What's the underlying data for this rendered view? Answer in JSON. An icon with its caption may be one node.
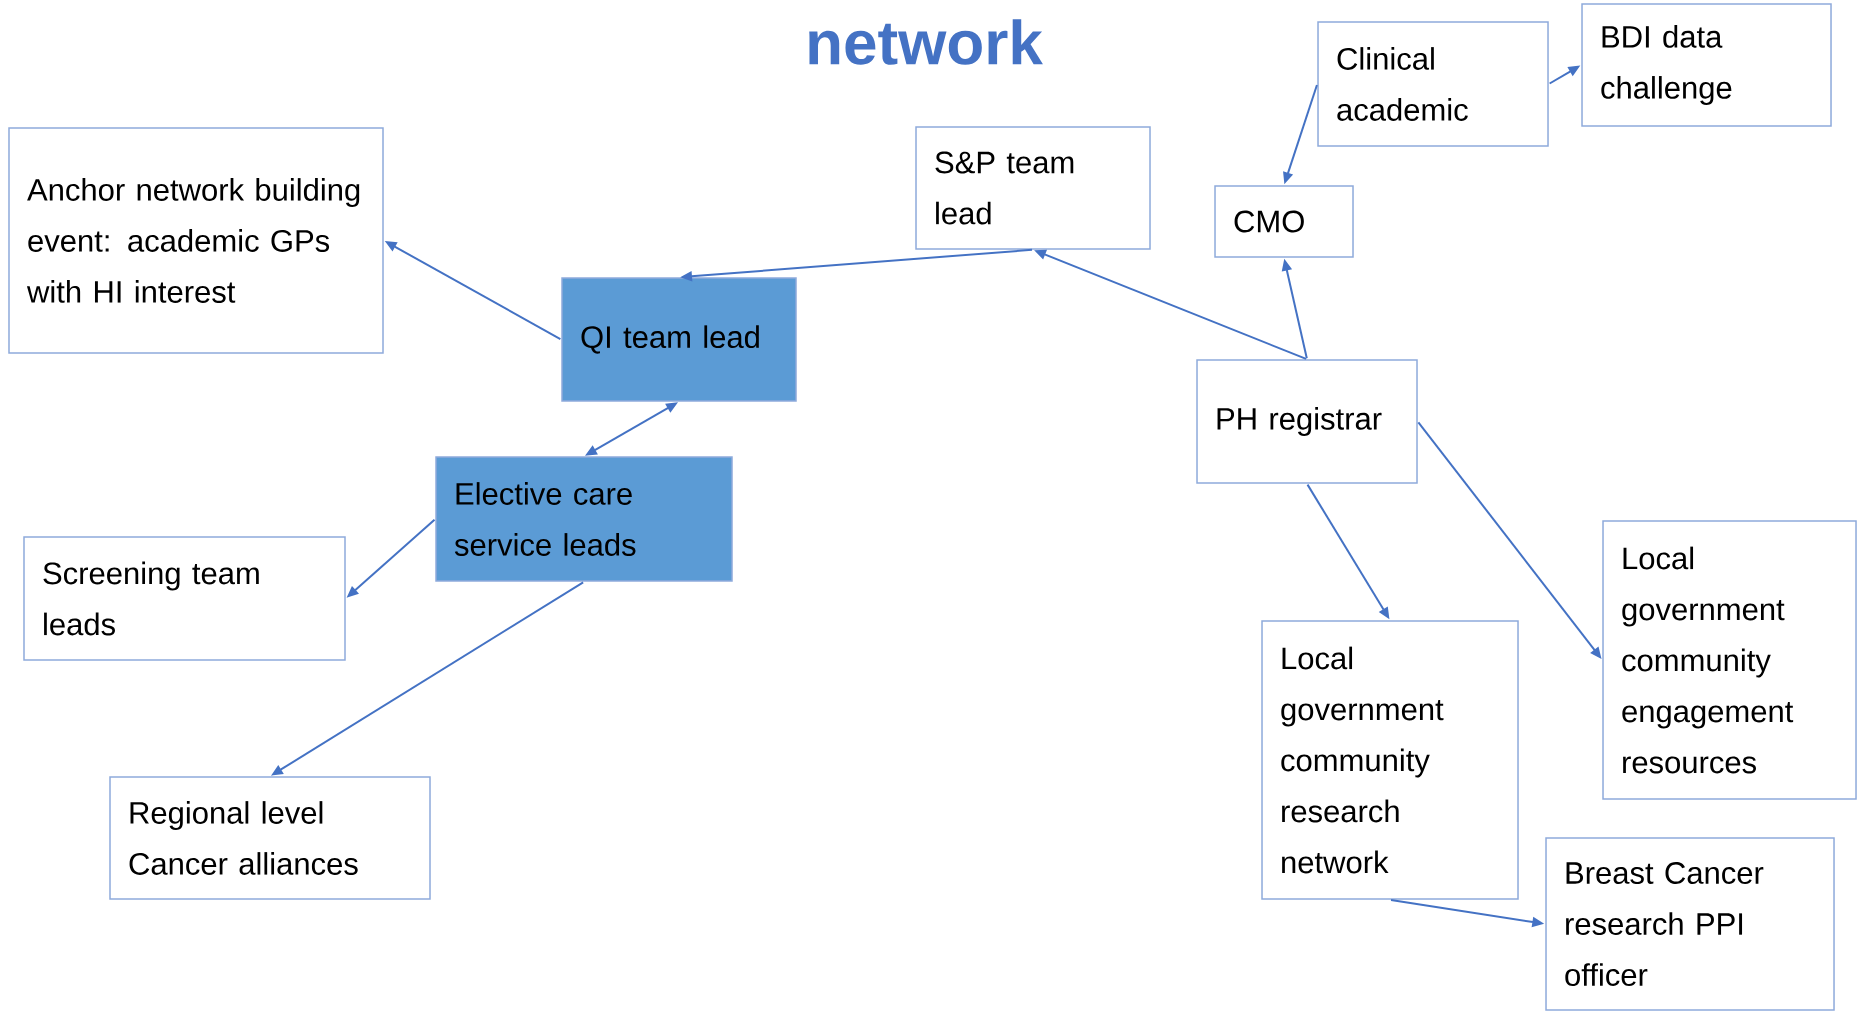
{
  "diagram": {
    "title": "network",
    "nodes": [
      {
        "text": [
          "Anchor network building event: academic GPs with HI interest"
        ]
      },
      {
        "text": [
          "S&P team lead"
        ]
      },
      {
        "text": [
          "Clinical academic"
        ]
      },
      {
        "text": [
          "BDI data challenge"
        ]
      },
      {
        "text": [
          "CMO"
        ]
      },
      {
        "text": [
          "QI team lead"
        ]
      },
      {
        "text": [
          "PH registrar"
        ]
      },
      {
        "text": [
          "Elective care service leads"
        ]
      },
      {
        "text": [
          "Screening team leads"
        ]
      },
      {
        "text": [
          "Local government community engagement resources"
        ]
      },
      {
        "text": [
          "Local government community research network"
        ]
      },
      {
        "text": [
          "Regional level Cancer alliances"
        ]
      },
      {
        "text": [
          "Breast Cancer research PPI officer"
        ]
      }
    ],
    "edges": [
      {
        "from": 5,
        "to": 0,
        "arrow": "to"
      },
      {
        "from": 1,
        "to": 5,
        "arrow": "to"
      },
      {
        "from": 6,
        "to": 1,
        "arrow": "to"
      },
      {
        "from": 6,
        "to": 4,
        "arrow": "to"
      },
      {
        "from": 2,
        "to": 4,
        "arrow": "to"
      },
      {
        "from": 2,
        "to": 3,
        "arrow": "to"
      },
      {
        "from": 5,
        "to": 7,
        "arrow": "both"
      },
      {
        "from": 7,
        "to": 8,
        "arrow": "to"
      },
      {
        "from": 7,
        "to": 11,
        "arrow": "to"
      },
      {
        "from": 6,
        "to": 10,
        "arrow": "to"
      },
      {
        "from": 6,
        "to": 9,
        "arrow": "to"
      },
      {
        "from": 10,
        "to": 12,
        "arrow": "to"
      }
    ]
  }
}
